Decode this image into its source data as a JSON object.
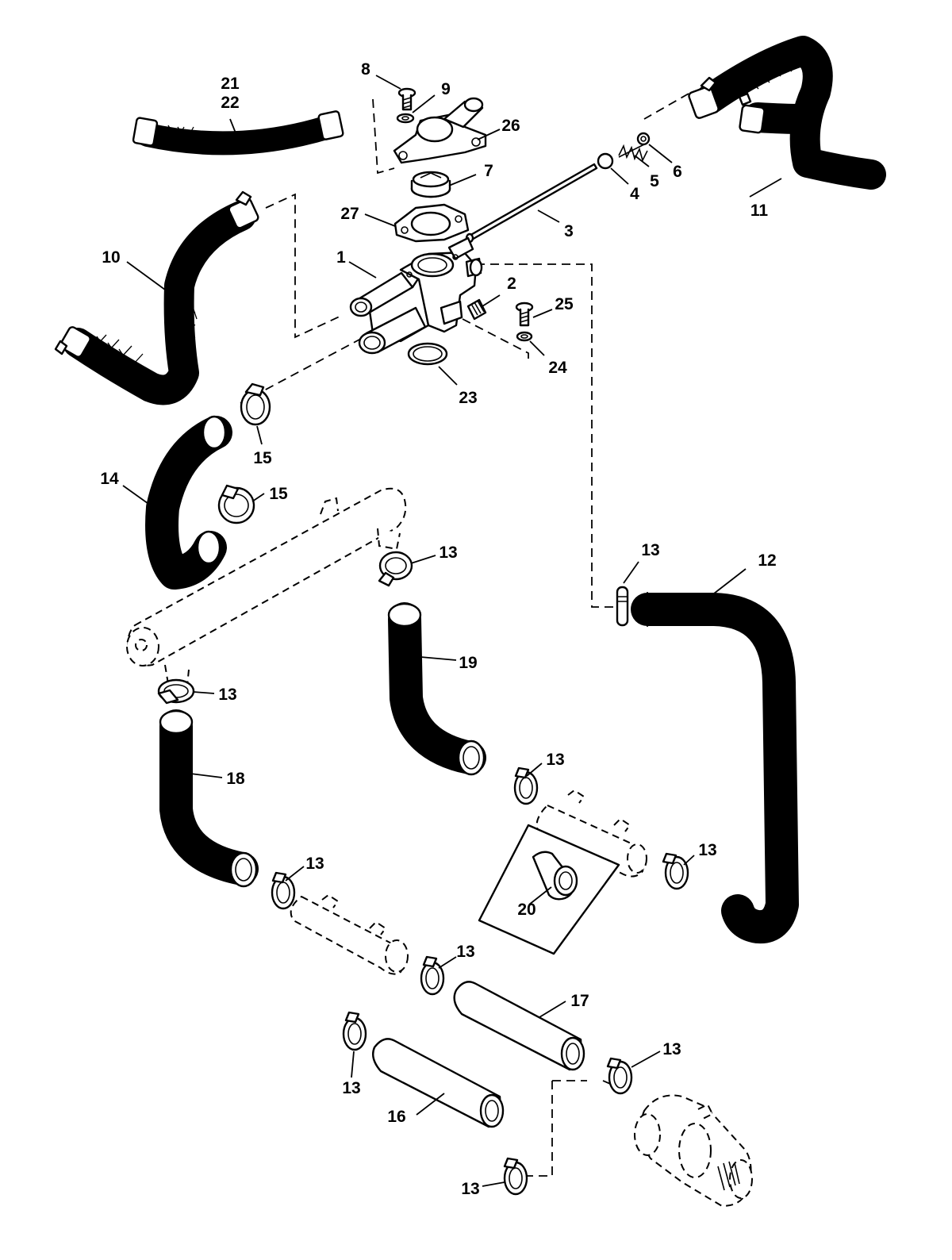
{
  "diagram": {
    "labels": [
      "1",
      "2",
      "3",
      "4",
      "5",
      "6",
      "7",
      "8",
      "9",
      "10",
      "11",
      "12",
      "13",
      "14",
      "15",
      "16",
      "17",
      "18",
      "19",
      "20",
      "21",
      "22",
      "23",
      "24",
      "25",
      "26",
      "27"
    ],
    "icons": [
      "thermostat-housing-icon",
      "hose-clamp-icon",
      "hose-icon",
      "check-valve-icon",
      "spring-icon",
      "gasket-icon",
      "exhaust-manifold-icon",
      "seawater-pump-icon"
    ]
  }
}
